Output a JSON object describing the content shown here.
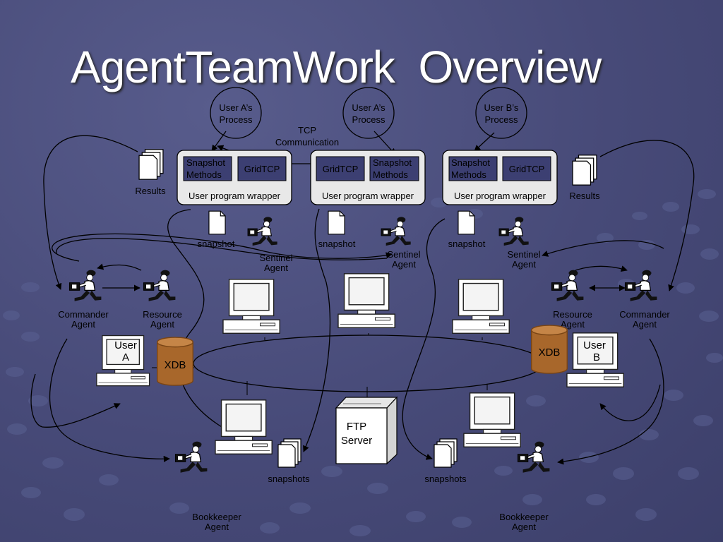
{
  "title": "AgentTeamWork  Overview",
  "colors": {
    "background": "#474a78",
    "wrapper_fill": "#e8e8e8",
    "method_box": "#3c3f72",
    "database": "#a8672b"
  },
  "processes": [
    {
      "line1": "User A’s",
      "line2": "Process"
    },
    {
      "line1": "User A’s",
      "line2": "Process"
    },
    {
      "line1": "User B’s",
      "line2": "Process"
    }
  ],
  "tcp_label": {
    "line1": "TCP",
    "line2": "Communication"
  },
  "wrappers": [
    {
      "left_line1": "Snapshot",
      "left_line2": "Methods",
      "right_label": "GridTCP",
      "footer": "User program wrapper"
    },
    {
      "left_label": "GridTCP",
      "right_line1": "Snapshot",
      "right_line2": "Methods",
      "footer": "User program wrapper"
    },
    {
      "left_line1": "Snapshot",
      "left_line2": "Methods",
      "right_label": "GridTCP",
      "footer": "User program wrapper"
    }
  ],
  "results_labels": [
    "Results",
    "Results"
  ],
  "snapshot_labels": [
    "snapshot",
    "snapshot",
    "snapshot"
  ],
  "snapshots_labels": [
    "snapshots",
    "snapshots"
  ],
  "agents": {
    "sentinel": [
      {
        "line1": "Sentinel",
        "line2": "Agent"
      },
      {
        "line1": "Sentinel",
        "line2": "Agent"
      },
      {
        "line1": "Sentinel",
        "line2": "Agent"
      }
    ],
    "commander": [
      {
        "line1": "Commander",
        "line2": "Agent"
      },
      {
        "line1": "Commander",
        "line2": "Agent"
      }
    ],
    "resource": [
      {
        "line1": "Resource",
        "line2": "Agent"
      },
      {
        "line1": "Resource",
        "line2": "Agent"
      }
    ],
    "bookkeeper": [
      {
        "line1": "Bookkeeper",
        "line2": "Agent"
      },
      {
        "line1": "Bookkeeper",
        "line2": "Agent"
      }
    ]
  },
  "user_a": {
    "line1": "User",
    "line2": "A"
  },
  "user_b": {
    "line1": "User",
    "line2": "B"
  },
  "databases": [
    "XDB",
    "XDB"
  ],
  "ftp_server": {
    "line1": "FTP",
    "line2": "Server"
  },
  "icons": [
    "process-circle",
    "document-icon",
    "document-stack-icon",
    "agent-runner-icon",
    "computer-icon",
    "database-icon",
    "server-tower-icon"
  ]
}
